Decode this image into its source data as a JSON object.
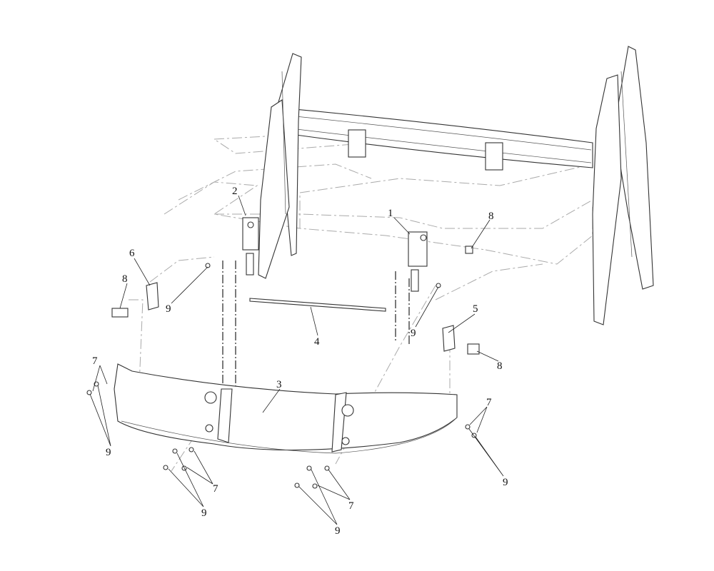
{
  "diagram": {
    "title": "",
    "callouts": [
      {
        "id": "c1",
        "label": "1"
      },
      {
        "id": "c2",
        "label": "2"
      },
      {
        "id": "c3",
        "label": "3"
      },
      {
        "id": "c4",
        "label": "4"
      },
      {
        "id": "c5",
        "label": "5"
      },
      {
        "id": "c6",
        "label": "6"
      },
      {
        "id": "c7a",
        "label": "7"
      },
      {
        "id": "c7b",
        "label": "7"
      },
      {
        "id": "c7c",
        "label": "7"
      },
      {
        "id": "c7d",
        "label": "7"
      },
      {
        "id": "c8a",
        "label": "8"
      },
      {
        "id": "c8b",
        "label": "8"
      },
      {
        "id": "c8c",
        "label": "8"
      },
      {
        "id": "c9a",
        "label": "9"
      },
      {
        "id": "c9b",
        "label": "9"
      },
      {
        "id": "c9c",
        "label": "9"
      },
      {
        "id": "c9d",
        "label": "9"
      },
      {
        "id": "c9e",
        "label": "9"
      },
      {
        "id": "c9f",
        "label": "9"
      }
    ]
  }
}
